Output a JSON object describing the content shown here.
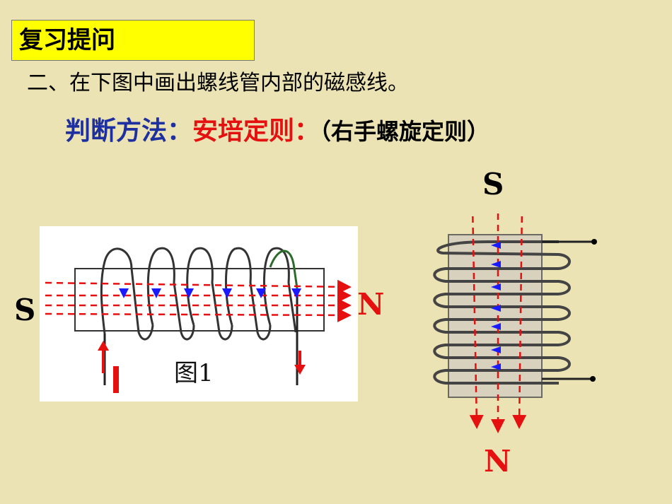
{
  "title": "复习提问",
  "question": "二、在下图中画出螺线管内部的磁感线。",
  "method": {
    "label": "判断方法：",
    "rule": "安培定则：",
    "note": "（右手螺旋定则）"
  },
  "figure1": {
    "caption": "图1",
    "pole_left": "S",
    "pole_right": "N",
    "current_label": "I"
  },
  "figure2": {
    "pole_top": "S",
    "pole_bottom": "N"
  },
  "colors": {
    "background": "#ebe3b4",
    "title_box": "#ffff00",
    "blue_text": "#1e2fa0",
    "red_text": "#e51010",
    "field_line": "#e51010",
    "arrow_blue": "#1a1aff"
  }
}
